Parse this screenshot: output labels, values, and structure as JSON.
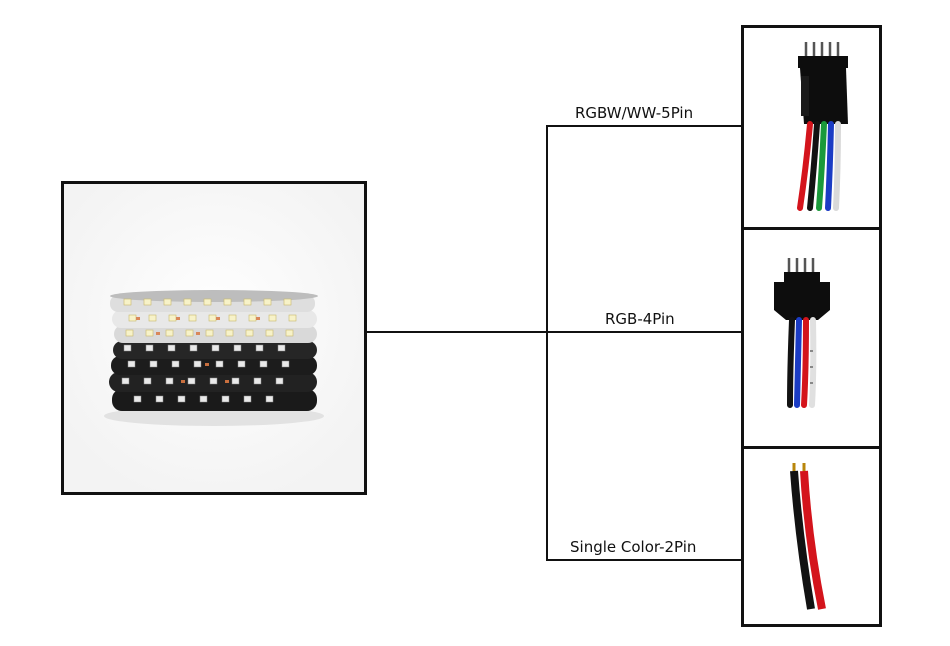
{
  "diagram": {
    "connectors": [
      {
        "id": "rgbw",
        "label": "RGBW/WW-5Pin"
      },
      {
        "id": "rgb",
        "label": "RGB-4Pin"
      },
      {
        "id": "single",
        "label": "Single Color-2Pin"
      }
    ]
  },
  "colors": {
    "line": "#111111",
    "wire_red": "#d4141c",
    "wire_green": "#1a9a3a",
    "wire_blue": "#1b3cc4",
    "wire_black": "#121212",
    "plug": "#0d0d0d"
  }
}
